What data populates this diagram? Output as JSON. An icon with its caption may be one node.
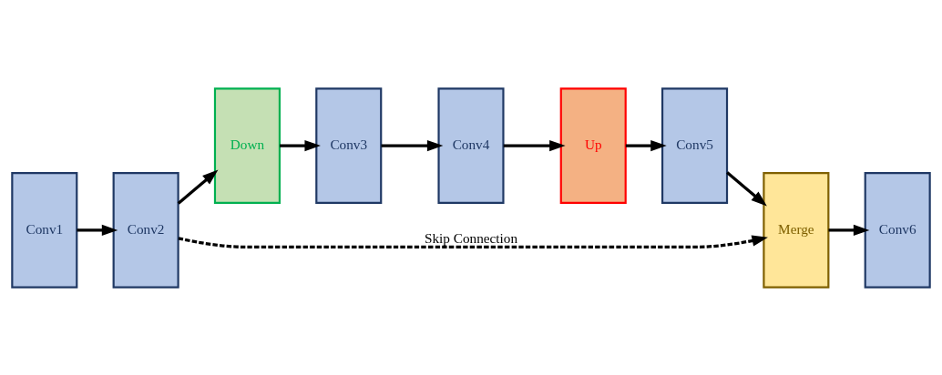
{
  "diagram": {
    "nodes": [
      {
        "text": [
          "Conv1"
        ]
      },
      {
        "text": [
          "Conv2"
        ]
      },
      {
        "text": [
          "Down"
        ]
      },
      {
        "text": [
          "Conv3"
        ]
      },
      {
        "text": [
          "Conv4"
        ]
      },
      {
        "text": [
          "Up"
        ]
      },
      {
        "text": [
          "Conv5"
        ]
      },
      {
        "text": [
          "Merge"
        ]
      },
      {
        "text": [
          "Conv6"
        ]
      }
    ],
    "edges": [
      {
        "from": 0,
        "to": 1,
        "arrow": "to"
      },
      {
        "from": 1,
        "to": 2,
        "arrow": "to"
      },
      {
        "from": 2,
        "to": 3,
        "arrow": "to"
      },
      {
        "from": 3,
        "to": 4,
        "arrow": "to"
      },
      {
        "from": 4,
        "to": 5,
        "arrow": "to"
      },
      {
        "from": 5,
        "to": 6,
        "arrow": "to"
      },
      {
        "from": 1,
        "to": 7,
        "arrow": "to",
        "label": "Skip Connection",
        "style": "dashed"
      },
      {
        "from": 6,
        "to": 7,
        "arrow": "to"
      },
      {
        "from": 7,
        "to": 8,
        "arrow": "to"
      }
    ]
  }
}
